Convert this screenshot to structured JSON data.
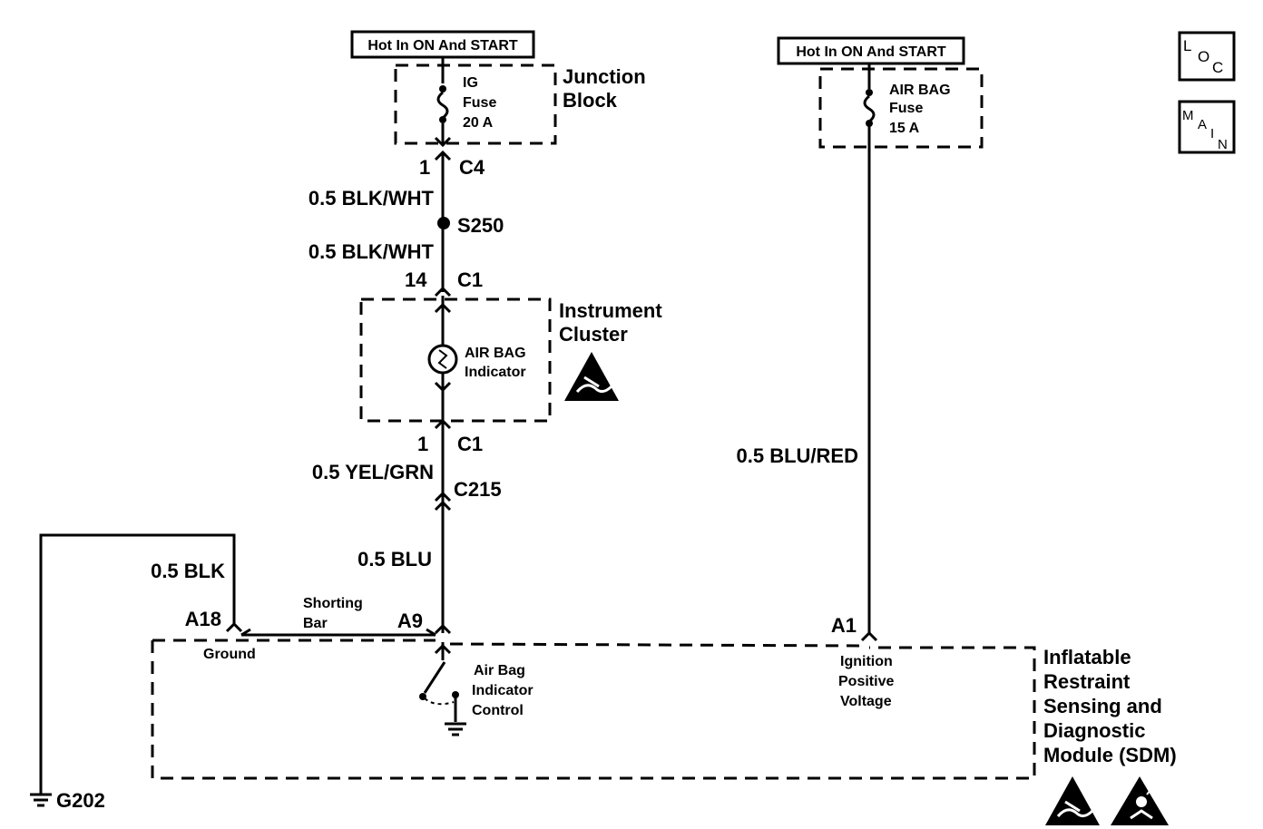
{
  "power_labels": {
    "left": "Hot In ON And START",
    "right": "Hot In ON And START"
  },
  "components": {
    "junction_block": [
      "Junction",
      "Block"
    ],
    "ig_fuse": [
      "IG",
      "Fuse",
      "20 A"
    ],
    "airbag_fuse": [
      "AIR BAG",
      "Fuse",
      "15 A"
    ],
    "instrument_cluster": [
      "Instrument",
      "Cluster"
    ],
    "airbag_indicator": [
      "AIR BAG",
      "Indicator"
    ],
    "sdm": [
      "Inflatable",
      "Restraint",
      "Sensing and",
      "Diagnostic",
      "Module (SDM)"
    ],
    "airbag_indicator_control": [
      "Air Bag",
      "Indicator",
      "Control"
    ],
    "ignition_positive_voltage": [
      "Ignition",
      "Positive",
      "Voltage"
    ],
    "ground_label": "Ground",
    "shorting_bar": [
      "Shorting",
      "Bar"
    ]
  },
  "connectors": {
    "c4_pin": "1",
    "c4": "C4",
    "s250": "S250",
    "c1_top_pin": "14",
    "c1_top": "C1",
    "c1_bottom_pin": "1",
    "c1_bottom": "C1",
    "c215": "C215",
    "a18": "A18",
    "a9": "A9",
    "a1": "A1",
    "g202": "G202"
  },
  "wires": {
    "w1": "0.5 BLK/WHT",
    "w2": "0.5 BLK/WHT",
    "w3": "0.5 YEL/GRN",
    "w4": "0.5 BLU",
    "w5": "0.5 BLK",
    "w6": "0.5 BLU/RED"
  },
  "nav_icons": {
    "loc": [
      "L",
      "O",
      "C"
    ],
    "main": [
      "M",
      "A",
      "I",
      "N"
    ]
  },
  "icons": {
    "esd_cluster": "esd-warning-icon",
    "esd_sdm": "esd-warning-icon",
    "airbag_warning": "airbag-warning-icon"
  }
}
